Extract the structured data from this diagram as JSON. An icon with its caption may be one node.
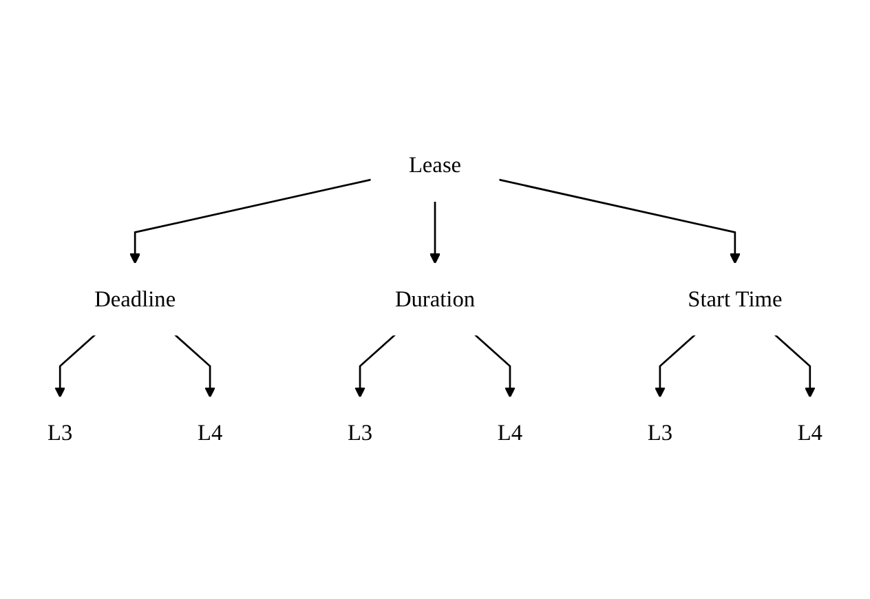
{
  "diagram": {
    "nodes": [
      {
        "text": [
          "Lease"
        ]
      },
      {
        "text": [
          "Deadline"
        ]
      },
      {
        "text": [
          "Duration"
        ]
      },
      {
        "text": [
          "Start Time"
        ]
      },
      {
        "text": [
          "L3"
        ]
      },
      {
        "text": [
          "L4"
        ]
      },
      {
        "text": [
          "L3"
        ]
      },
      {
        "text": [
          "L4"
        ]
      },
      {
        "text": [
          "L3"
        ]
      },
      {
        "text": [
          "L4"
        ]
      }
    ],
    "edges": [
      {
        "from": 0,
        "to": 1,
        "arrow": "to"
      },
      {
        "from": 0,
        "to": 2,
        "arrow": "to"
      },
      {
        "from": 0,
        "to": 3,
        "arrow": "to"
      },
      {
        "from": 1,
        "to": 4,
        "arrow": "to"
      },
      {
        "from": 1,
        "to": 5,
        "arrow": "to"
      },
      {
        "from": 2,
        "to": 6,
        "arrow": "to"
      },
      {
        "from": 2,
        "to": 7,
        "arrow": "to"
      },
      {
        "from": 3,
        "to": 8,
        "arrow": "to"
      },
      {
        "from": 3,
        "to": 9,
        "arrow": "to"
      }
    ]
  }
}
